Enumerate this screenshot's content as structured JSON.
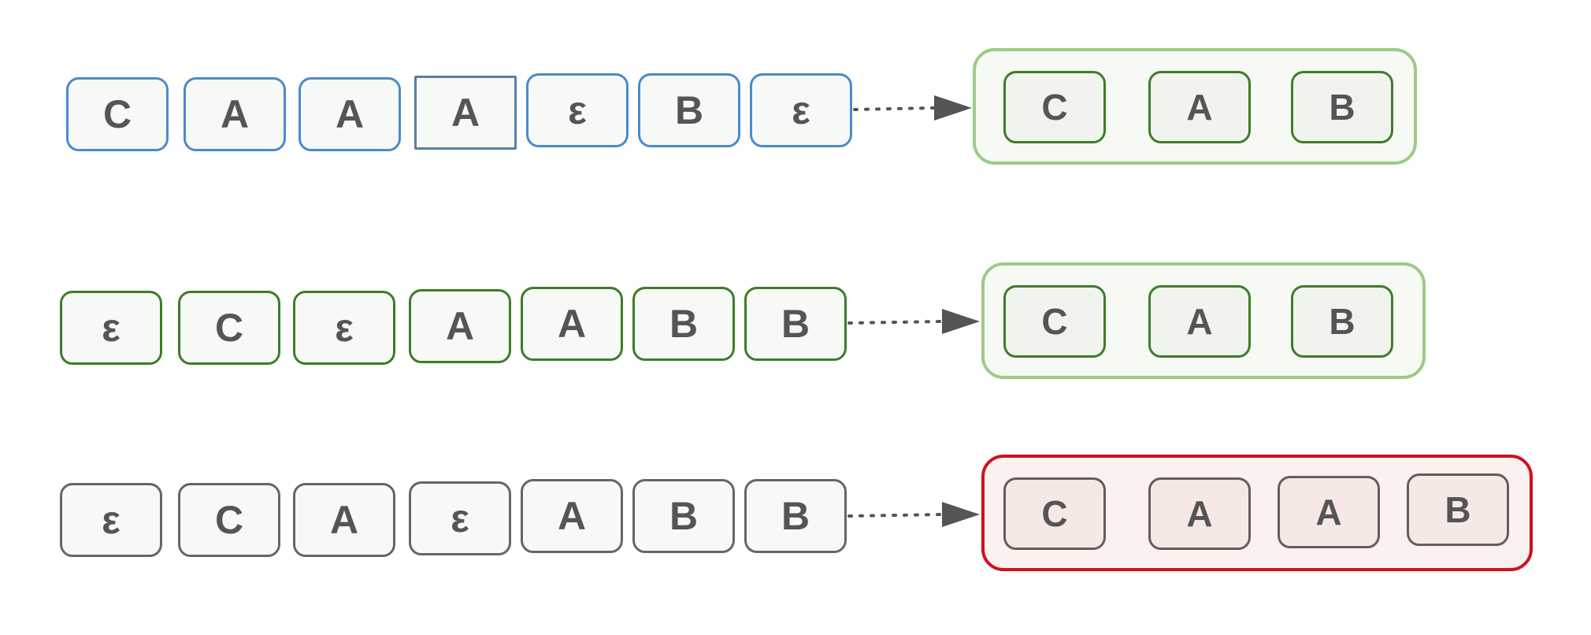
{
  "rows": [
    {
      "inputs": [
        "C",
        "A",
        "A",
        "A",
        "ε",
        "B",
        "ε"
      ],
      "output": [
        "C",
        "A",
        "B"
      ],
      "valid": true
    },
    {
      "inputs": [
        "ε",
        "C",
        "ε",
        "A",
        "A",
        "B",
        "B"
      ],
      "output": [
        "C",
        "A",
        "B"
      ],
      "valid": true
    },
    {
      "inputs": [
        "ε",
        "C",
        "A",
        "ε",
        "A",
        "B",
        "B"
      ],
      "output": [
        "C",
        "A",
        "A",
        "B"
      ],
      "valid": false
    }
  ],
  "colors": {
    "row1_border": "#4a8bc9",
    "row2_border": "#3d7d28",
    "row3_border": "#666666",
    "valid_box_border": "#9ccb87",
    "invalid_box_border": "#d0111b",
    "arrow": "#555555"
  }
}
